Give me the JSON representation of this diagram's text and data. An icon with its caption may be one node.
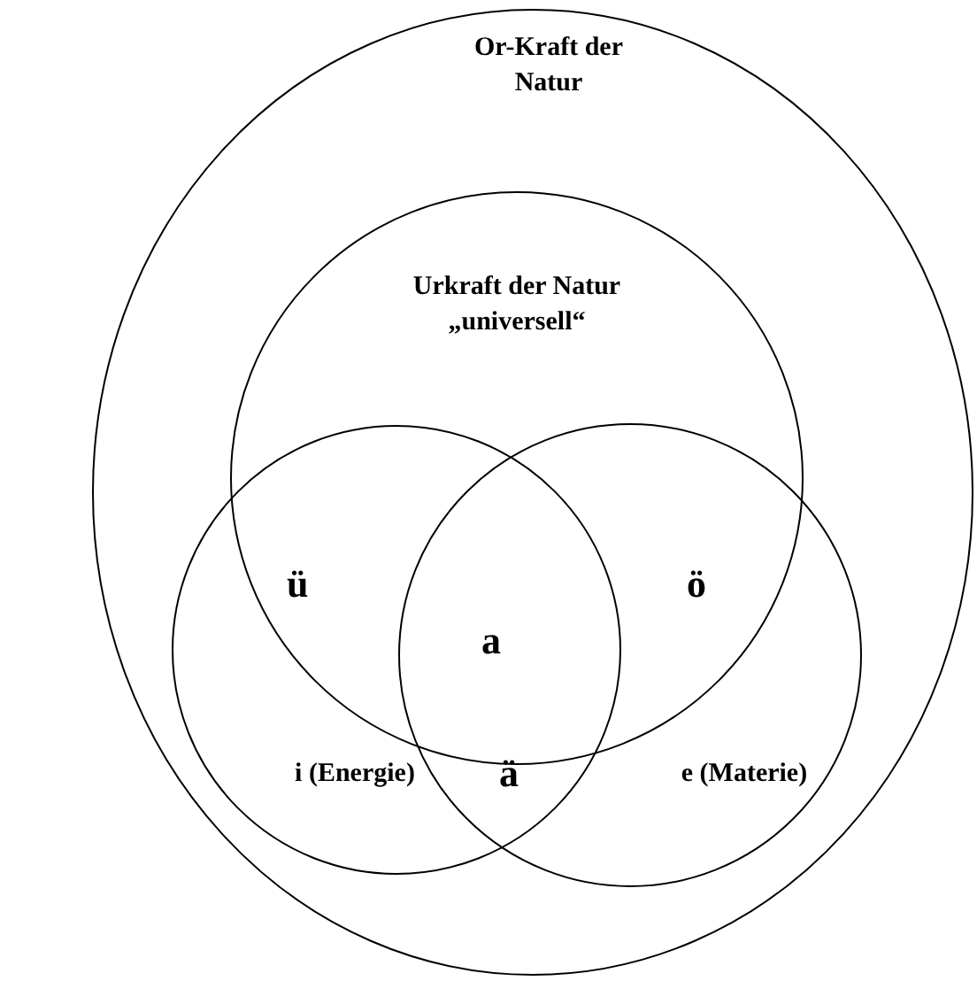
{
  "diagram": {
    "nodes": [
      {
        "text": [
          "Or-Kraft der Natur"
        ]
      },
      {
        "text": [
          "Urkraft der Natur „universell“"
        ],
        "in": 0
      },
      {
        "text": [
          "i (Energie)"
        ],
        "in": 0
      },
      {
        "text": [
          "e (Materie)"
        ],
        "in": 0
      }
    ],
    "labels": [
      "ü",
      "ö",
      "a",
      "ä"
    ]
  }
}
